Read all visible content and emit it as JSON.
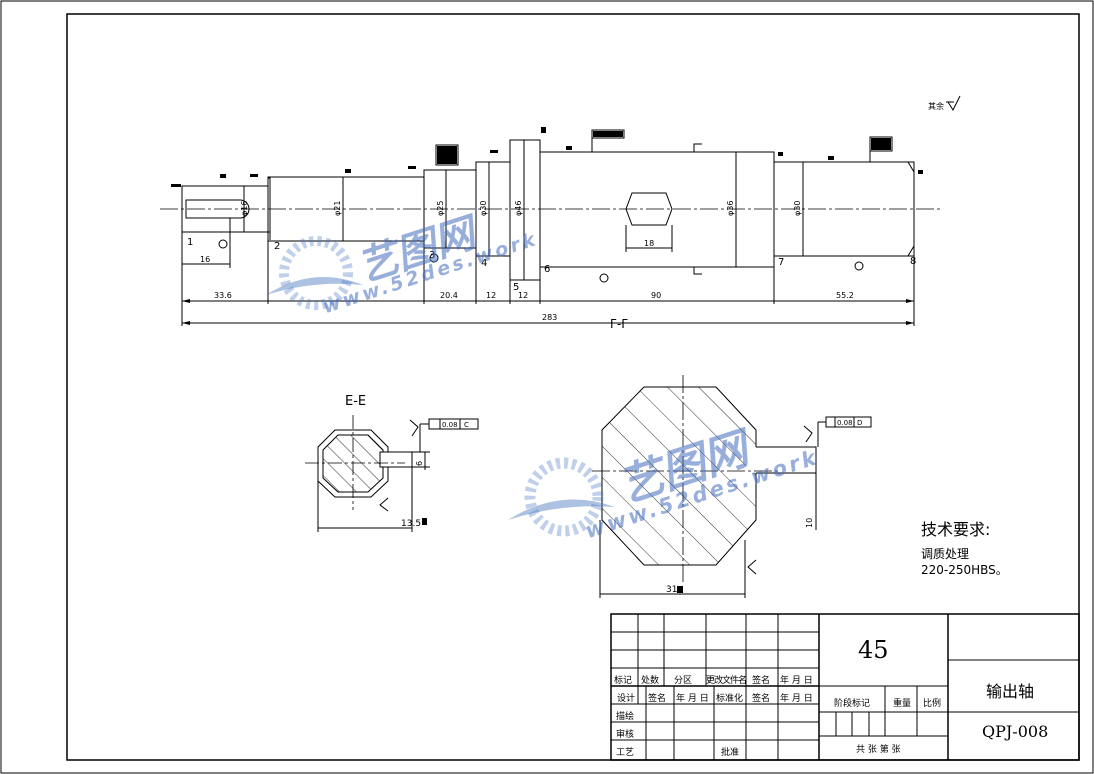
{
  "sheet": {
    "roughness_note": "其余",
    "section_ff_label": "F-F",
    "section_ee_label": "E-E"
  },
  "shaft": {
    "section_numbers": [
      "1",
      "2",
      "3",
      "4",
      "5",
      "6",
      "7",
      "8"
    ],
    "diameters": [
      "φ16",
      "φ21",
      "φ25",
      "φ30",
      "φ46",
      "φ36",
      "φ30"
    ],
    "lengths": {
      "d16": "16",
      "d33": "33.6",
      "d204": "20.4",
      "d12a": "12",
      "d12b": "12",
      "d90": "90",
      "d552": "55.2",
      "total": "283",
      "keyway": "18"
    }
  },
  "section_ee": {
    "tol_value": "0.08",
    "tol_datum": "C",
    "dim_width": "13.5",
    "dim_depth": "6"
  },
  "section_right": {
    "tol_value": "0.08",
    "tol_datum": "D",
    "dim_width": "31",
    "dim_depth": "10"
  },
  "tech": {
    "title": "技术要求:",
    "line1": "调质处理",
    "line2": "220-250HBS。"
  },
  "title_block": {
    "material": "45",
    "part_name": "输出轴",
    "drawing_no": "QPJ-008",
    "row_labels": [
      "标记",
      "处数",
      "分区",
      "更改文件名",
      "签名",
      "年 月 日"
    ],
    "design_row": [
      "设计",
      "签名",
      "年 月 日",
      "标准化",
      "签名",
      "年 月 日"
    ],
    "left_labels": [
      "审核",
      "工艺"
    ],
    "draft_label": "描绘",
    "approve_label": "批准",
    "stage_label": "阶段标记",
    "weight_label": "重量",
    "scale_label": "比例",
    "sheet_label": "共 张 第 张"
  },
  "watermark": {
    "brand": "艺图网",
    "url": "www.52des.work"
  },
  "colors": {
    "line": "#000000",
    "watermark": "#4a78c2"
  }
}
